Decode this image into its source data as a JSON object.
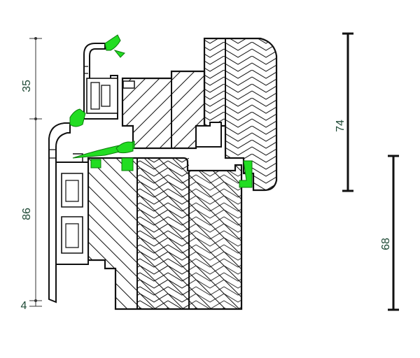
{
  "diagram": {
    "dimensions": {
      "sash_height": "35",
      "frame_height": "86",
      "bottom_offset": "4",
      "sash_depth": "74",
      "frame_depth": "68"
    },
    "colors": {
      "line": "#111111",
      "gasket": "#22dd22",
      "dim_line_light": "#333333",
      "dim_text": "#1f4a36"
    }
  }
}
